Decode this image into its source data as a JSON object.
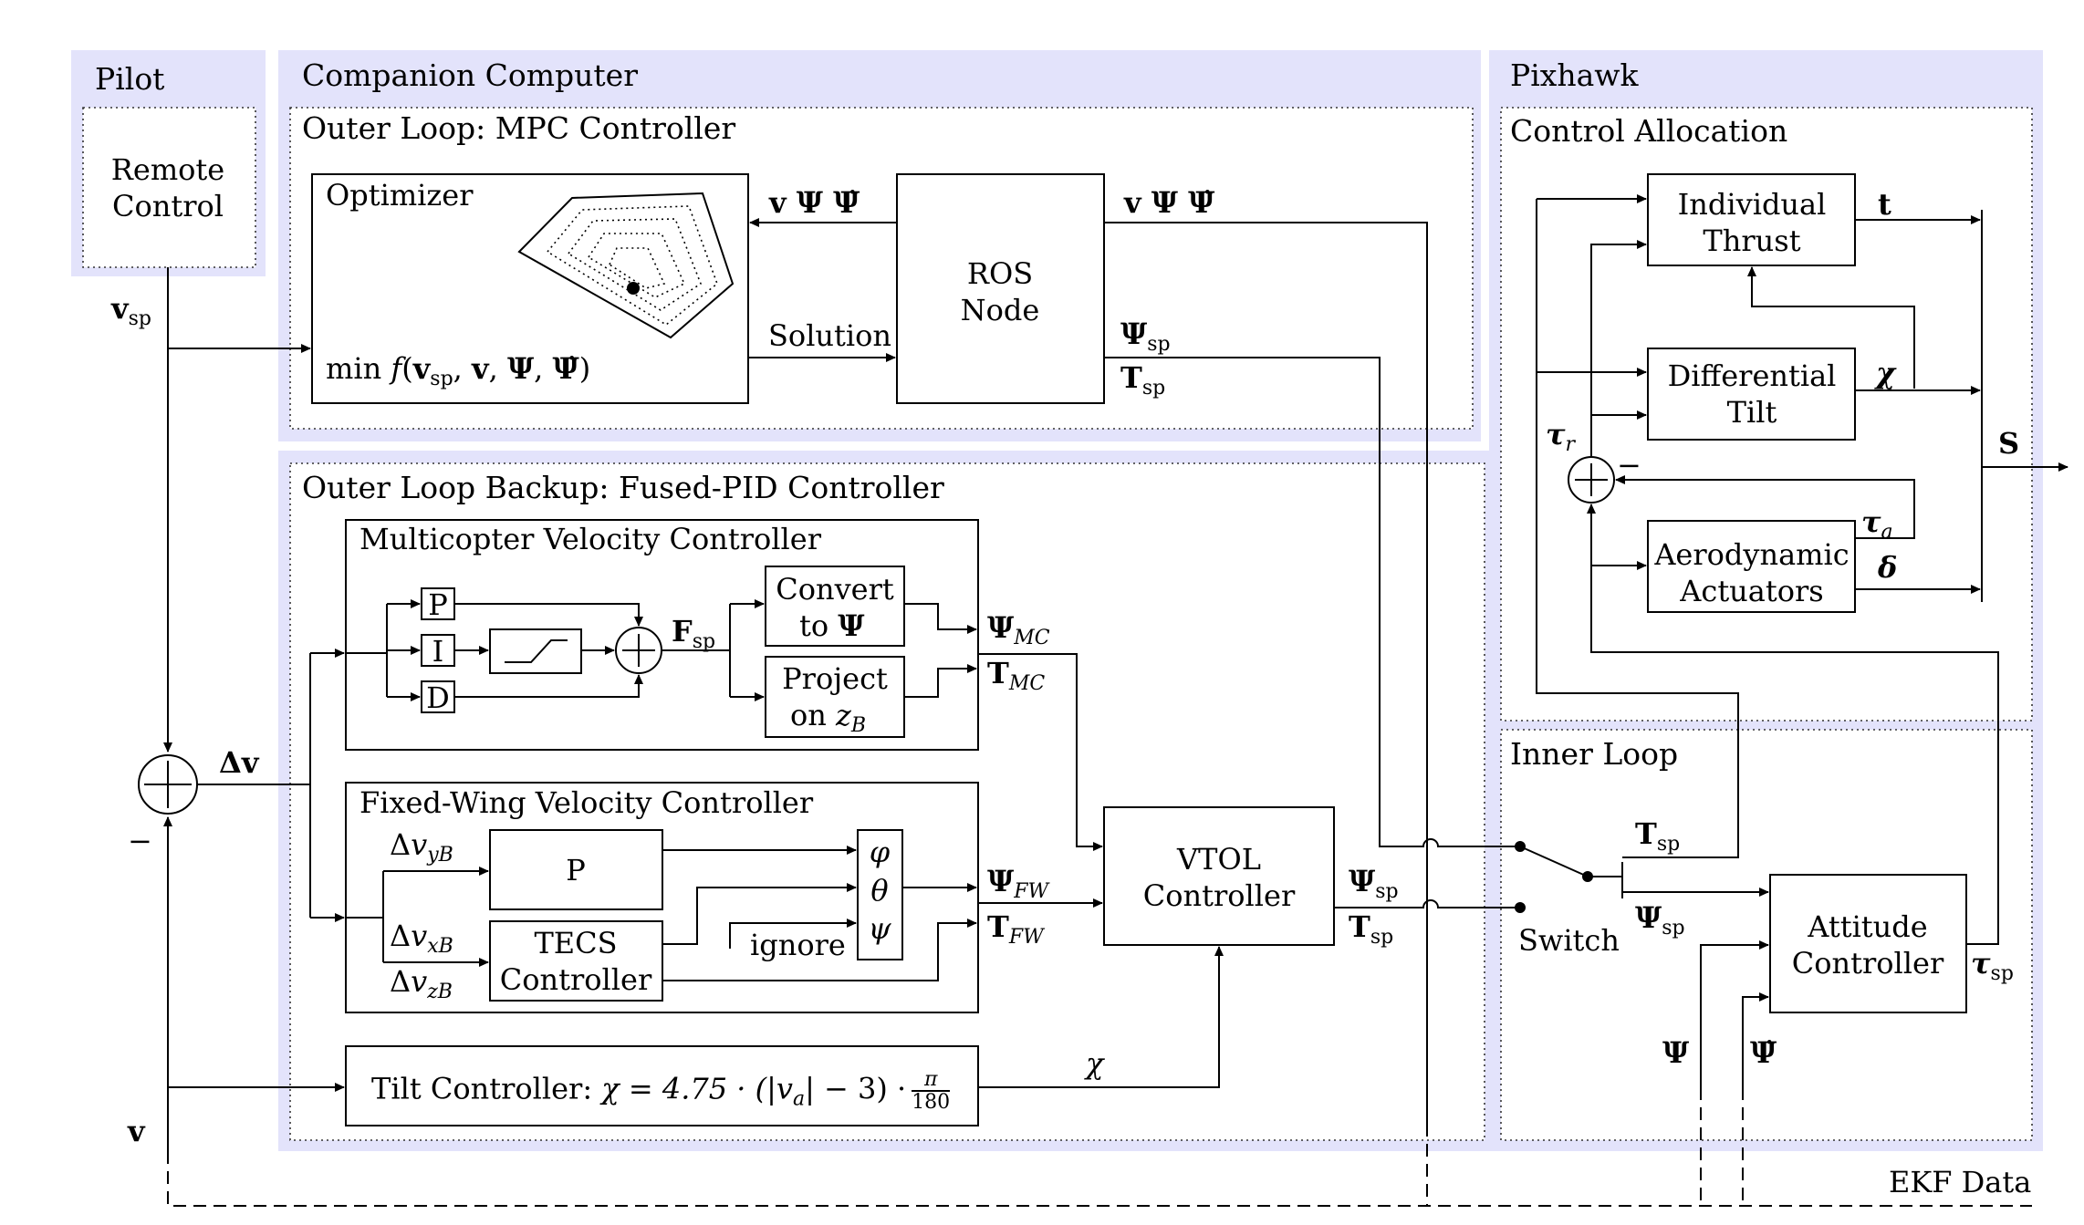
{
  "panels": {
    "pilot": "Pilot",
    "companion": "Companion Computer",
    "pixhawk": "Pixhawk",
    "outer_loop": "Outer Loop: MPC Controller",
    "outer_backup": "Outer Loop Backup: Fused-PID Controller",
    "control_allocation": "Control Allocation",
    "inner_loop": "Inner Loop"
  },
  "blocks": {
    "remote_control": [
      "Remote",
      "Control"
    ],
    "optimizer": "Optimizer",
    "ros_node": [
      "ROS",
      "Node"
    ],
    "mc_velocity": "Multicopter Velocity Controller",
    "fw_velocity": "Fixed-Wing Velocity Controller",
    "convert": [
      "Convert",
      "to"
    ],
    "project": [
      "Project",
      "on"
    ],
    "p": "P",
    "i": "I",
    "d": "D",
    "tecs": [
      "TECS",
      "Controller"
    ],
    "ignore": "ignore",
    "vtol": [
      "VTOL",
      "Controller"
    ],
    "tilt": "Tilt Controller:",
    "individual_thrust": [
      "Individual",
      "Thrust"
    ],
    "differential_tilt": [
      "Differential",
      "Tilt"
    ],
    "aero_actuators": [
      "Aerodynamic",
      "Actuators"
    ],
    "attitude": [
      "Attitude",
      "Controller"
    ],
    "switch": "Switch",
    "ekf": "EKF Data"
  },
  "math": {
    "sp": "sp",
    "objective_min": "min",
    "solution": "Solution",
    "tilt_law": "χ = 4.75 · (|v",
    "tilt_law_a": "a",
    "tilt_law_rest": "| − 3) ·",
    "pi": "π",
    "deg": "180",
    "minus": "−"
  }
}
